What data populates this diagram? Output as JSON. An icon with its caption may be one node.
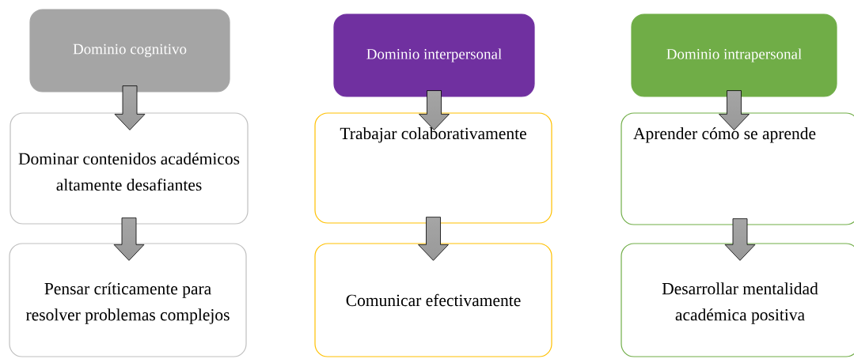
{
  "diagram": {
    "nodes": [
      {
        "text": [
          "Dominio cognitivo"
        ]
      },
      {
        "text": [
          "Dominar contenidos académicos altamente desafiantes"
        ]
      },
      {
        "text": [
          "Pensar críticamente para resolver problemas complejos"
        ]
      },
      {
        "text": [
          "Dominio interpersonal"
        ]
      },
      {
        "text": [
          "Trabajar colaborativamente"
        ]
      },
      {
        "text": [
          "Comunicar efectivamente"
        ]
      },
      {
        "text": [
          "Dominio intrapersonal"
        ]
      },
      {
        "text": [
          "Aprender cómo se aprende"
        ]
      },
      {
        "text": [
          "Desarrollar mentalidad académica positiva"
        ]
      }
    ],
    "edges": [
      {
        "from": 0,
        "to": 1,
        "arrow": "to"
      },
      {
        "from": 1,
        "to": 2,
        "arrow": "to"
      },
      {
        "from": 3,
        "to": 4,
        "arrow": "to"
      },
      {
        "from": 4,
        "to": 5,
        "arrow": "to"
      },
      {
        "from": 6,
        "to": 7,
        "arrow": "to"
      },
      {
        "from": 7,
        "to": 8,
        "arrow": "to"
      }
    ]
  }
}
